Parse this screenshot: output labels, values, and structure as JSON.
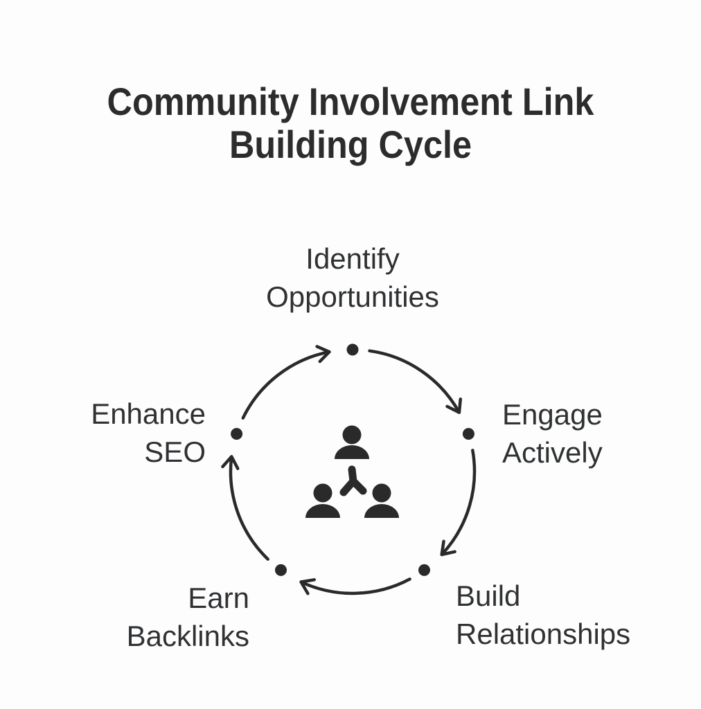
{
  "title": {
    "full": "Community Involvement Link Building Cycle",
    "lines": [
      "Community Involvement Link",
      "Building Cycle"
    ]
  },
  "diagram": {
    "type": "cycle",
    "direction": "clockwise",
    "center_icon": "community-people-icon",
    "nodes": [
      {
        "id": "identify-opportunities",
        "label": "Identify Opportunities",
        "lines": [
          "Identify",
          "Opportunities"
        ],
        "position": "top"
      },
      {
        "id": "engage-actively",
        "label": "Engage Actively",
        "lines": [
          "Engage",
          "Actively"
        ],
        "position": "right"
      },
      {
        "id": "build-relationships",
        "label": "Build Relationships",
        "lines": [
          "Build",
          "Relationships"
        ],
        "position": "bottom-right"
      },
      {
        "id": "earn-backlinks",
        "label": "Earn Backlinks",
        "lines": [
          "Earn",
          "Backlinks"
        ],
        "position": "bottom-left"
      },
      {
        "id": "enhance-seo",
        "label": "Enhance SEO",
        "lines": [
          "Enhance",
          "SEO"
        ],
        "position": "left"
      }
    ],
    "edges": [
      {
        "from": "Identify Opportunities",
        "to": "Engage Actively"
      },
      {
        "from": "Engage Actively",
        "to": "Build Relationships"
      },
      {
        "from": "Build Relationships",
        "to": "Earn Backlinks"
      },
      {
        "from": "Earn Backlinks",
        "to": "Enhance SEO"
      },
      {
        "from": "Enhance SEO",
        "to": "Identify Opportunities"
      }
    ],
    "colors": {
      "background": "#fdfdfd",
      "title_text": "#2c2c2c",
      "label_text": "#2f3133",
      "ink": "#2a2a2a"
    }
  }
}
